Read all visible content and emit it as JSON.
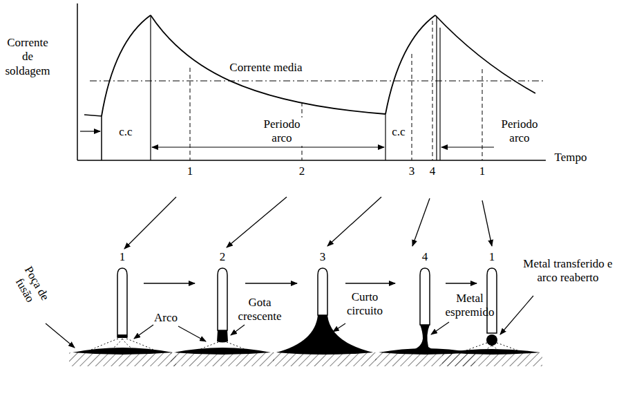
{
  "diagram": {
    "labels": [
      "Corrente de soldagem",
      "Corrente media",
      "c.c",
      "Periodo arco",
      "c.c",
      "Periodo arco",
      "Tempo",
      "1",
      "2",
      "3",
      "4",
      "1",
      "1",
      "2",
      "3",
      "4",
      "1",
      "Poça de fusão",
      "Arco",
      "Gota crescente",
      "Curto circuito",
      "Metal espremido",
      "Metal transferido e arco reaberto"
    ]
  }
}
